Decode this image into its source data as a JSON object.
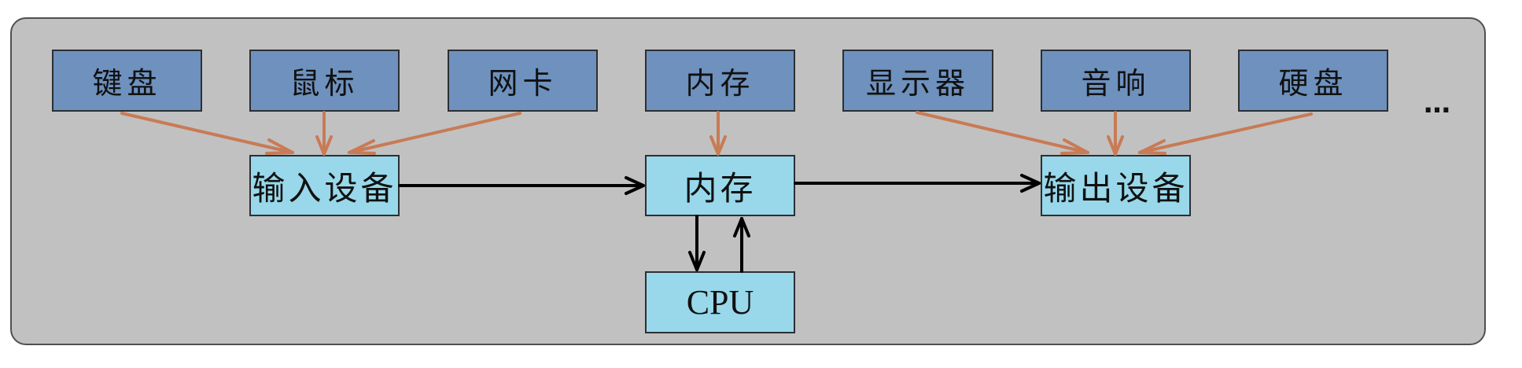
{
  "diagram": {
    "title": "",
    "colors": {
      "background": "#c1c1c1",
      "peripheral_fill": "#6e91be",
      "core_fill": "#98d8ea",
      "peripheral_arrow": "#c87b55",
      "data_flow_arrow": "#000000",
      "border": "#2c2f33"
    },
    "peripherals": [
      {
        "id": "keyboard",
        "label": "键盘",
        "target": "input_device"
      },
      {
        "id": "mouse",
        "label": "鼠标",
        "target": "input_device"
      },
      {
        "id": "nic",
        "label": "网卡",
        "target": "input_device"
      },
      {
        "id": "memory_top",
        "label": "内存",
        "target": "memory"
      },
      {
        "id": "display",
        "label": "显示器",
        "target": "output_device"
      },
      {
        "id": "speaker",
        "label": "音响",
        "target": "output_device"
      },
      {
        "id": "hdd",
        "label": "硬盘",
        "target": "output_device"
      }
    ],
    "more_indicator": "…",
    "core": {
      "input_device": "输入设备",
      "memory": "内存",
      "output_device": "输出设备",
      "cpu": "CPU"
    },
    "edges": [
      {
        "from": "keyboard",
        "to": "input_device",
        "kind": "peripheral"
      },
      {
        "from": "mouse",
        "to": "input_device",
        "kind": "peripheral"
      },
      {
        "from": "nic",
        "to": "input_device",
        "kind": "peripheral"
      },
      {
        "from": "memory_top",
        "to": "memory",
        "kind": "peripheral"
      },
      {
        "from": "display",
        "to": "output_device",
        "kind": "peripheral"
      },
      {
        "from": "speaker",
        "to": "output_device",
        "kind": "peripheral"
      },
      {
        "from": "hdd",
        "to": "output_device",
        "kind": "peripheral"
      },
      {
        "from": "input_device",
        "to": "memory",
        "kind": "data"
      },
      {
        "from": "memory",
        "to": "output_device",
        "kind": "data"
      },
      {
        "from": "memory",
        "to": "cpu",
        "kind": "data"
      },
      {
        "from": "cpu",
        "to": "memory",
        "kind": "data"
      }
    ]
  }
}
